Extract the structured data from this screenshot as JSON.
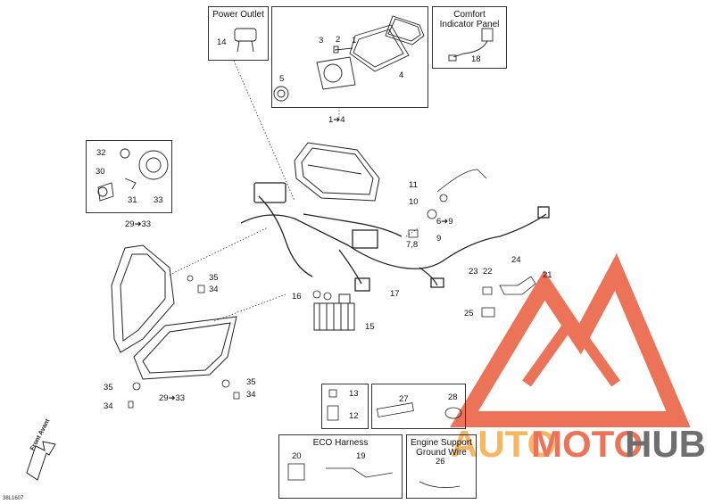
{
  "boxes": {
    "power_outlet": "Power Outlet",
    "comfort_indicator": "Comfort Indicator Panel",
    "eco_harness": "ECO Harness",
    "engine_support": "Engine Support Ground Wire"
  },
  "callouts": {
    "c14": "14",
    "c3": "3",
    "c2": "2",
    "c1": "1",
    "c5": "5",
    "c4": "4",
    "c18": "18",
    "c1to4": "1➔4",
    "c32": "32",
    "c30": "30",
    "c31": "31",
    "c33": "33",
    "c29to33_top": "29➔33",
    "c29to33_bot": "29➔33",
    "c11": "11",
    "c10": "10",
    "c6to9": "6➔9",
    "c78": "7,8",
    "c9": "9",
    "c35a": "35",
    "c34a": "34",
    "c16": "16",
    "c15": "15",
    "c17": "17",
    "c23": "23",
    "c22": "22",
    "c24": "24",
    "c21": "21",
    "c25": "25",
    "c35b": "35",
    "c34b": "34",
    "c35c": "35",
    "c34c": "34",
    "c13": "13",
    "c12": "12",
    "c27": "27",
    "c28": "28",
    "c20": "20",
    "c19": "19",
    "c26": "26"
  },
  "front_label": "Front Avant",
  "doc_code": "38L1607",
  "watermark": {
    "part1": "AUTO",
    "part2": "MOTO",
    "part3": "HUB"
  },
  "colors": {
    "watermark_red": "#e8502f",
    "watermark_orange": "#f7a33b",
    "watermark_gray": "#4a4a4a",
    "line": "#222222"
  }
}
